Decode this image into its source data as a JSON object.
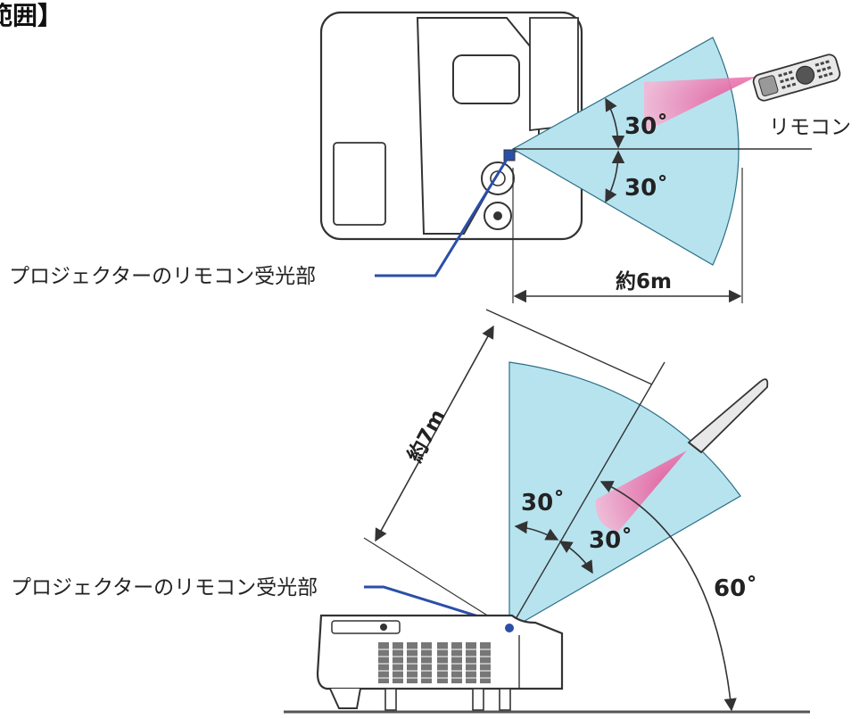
{
  "heading": "範囲】",
  "colors": {
    "fan_fill": "#b7e3ef",
    "fan_stroke": "#2c6f85",
    "beam": "#e8579a",
    "leader": "#2a4fa8",
    "line": "#333333"
  },
  "top_view": {
    "angle_upper": "30˚",
    "angle_lower": "30˚",
    "remote_label": "リモコン",
    "sensor_label": "プロジェクターのリモコン受光部",
    "distance_label": "約6m"
  },
  "side_view": {
    "distance_label": "約7m",
    "angle_left": "30˚",
    "angle_right": "30˚",
    "angle_elevation": "60˚",
    "sensor_label": "プロジェクターのリモコン受光部"
  },
  "icons": {
    "remote": "remote-control-icon",
    "pen": "pen-remote-icon"
  }
}
